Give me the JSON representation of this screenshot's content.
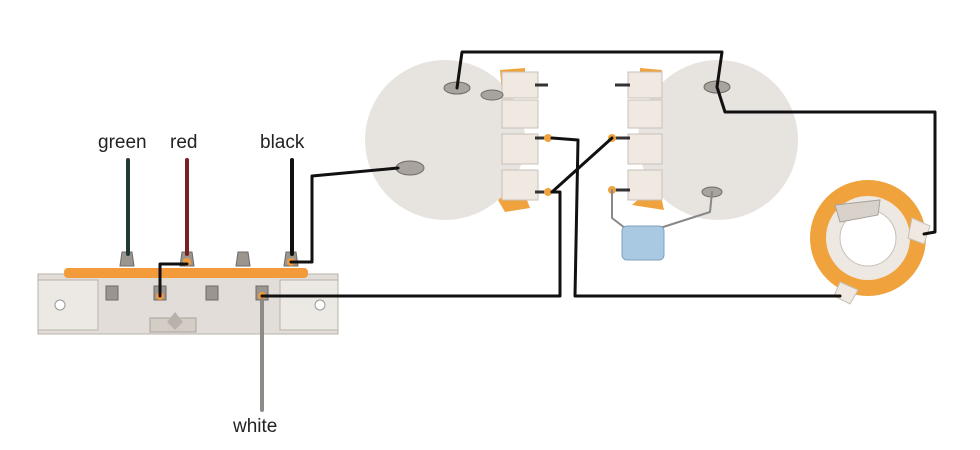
{
  "labels": {
    "green": "green",
    "red": "red",
    "black": "black",
    "white": "white"
  },
  "colors": {
    "background": "#ffffff",
    "pot_body": "#e7e3df",
    "lug_orange": "#f0a33d",
    "hookup_wire": "#111111",
    "green_lead": "#1f3a34",
    "red_lead": "#7a1f24",
    "black_lead": "#111111",
    "white_lead": "#8e8a86",
    "switch_body": "#e2ddd8",
    "switch_strip": "#f39a3a",
    "capacitor": "#a9c8e2",
    "jack_body": "#f0a33d"
  },
  "components": [
    {
      "name": "pickup-selector-switch"
    },
    {
      "name": "volume-potentiometer"
    },
    {
      "name": "tone-potentiometer"
    },
    {
      "name": "tone-capacitor"
    },
    {
      "name": "output-jack"
    }
  ]
}
